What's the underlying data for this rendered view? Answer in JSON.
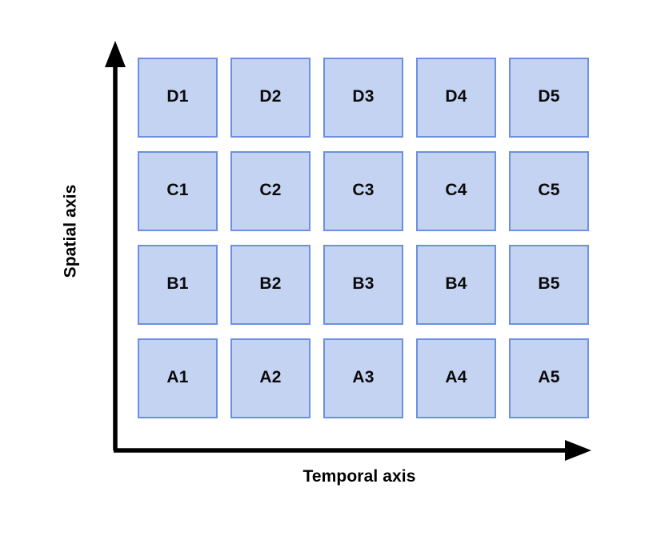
{
  "diagram": {
    "background_color": "#ffffff",
    "axes": {
      "color": "#000000",
      "stroke_width": 5,
      "x_axis": {
        "label": "Temporal axis",
        "direction": "right",
        "arrow": "arrow-right"
      },
      "y_axis": {
        "label": "Spatial axis",
        "direction": "up",
        "arrow": "arrow-up"
      }
    },
    "grid": {
      "rows": 4,
      "columns": 5,
      "cell_fill_color": "#c5d3f2",
      "cell_border_color": "#6c8fe0",
      "label_color": "#0a0a0a",
      "row_labels_top_to_bottom": [
        "D",
        "C",
        "B",
        "A"
      ],
      "column_labels_left_to_right": [
        "1",
        "2",
        "3",
        "4",
        "5"
      ],
      "cells": [
        [
          {
            "label": "D1"
          },
          {
            "label": "D2"
          },
          {
            "label": "D3"
          },
          {
            "label": "D4"
          },
          {
            "label": "D5"
          }
        ],
        [
          {
            "label": "C1"
          },
          {
            "label": "C2"
          },
          {
            "label": "C3"
          },
          {
            "label": "C4"
          },
          {
            "label": "C5"
          }
        ],
        [
          {
            "label": "B1"
          },
          {
            "label": "B2"
          },
          {
            "label": "B3"
          },
          {
            "label": "B4"
          },
          {
            "label": "B5"
          }
        ],
        [
          {
            "label": "A1"
          },
          {
            "label": "A2"
          },
          {
            "label": "A3"
          },
          {
            "label": "A4"
          },
          {
            "label": "A5"
          }
        ]
      ]
    }
  },
  "chart_data": {
    "type": "heatmap",
    "title": "",
    "xlabel": "Temporal axis",
    "ylabel": "Spatial axis",
    "categories_x": [
      "1",
      "2",
      "3",
      "4",
      "5"
    ],
    "categories_y": [
      "A",
      "B",
      "C",
      "D"
    ],
    "grid": false,
    "legend": "none",
    "cells": [
      [
        "A1",
        "A2",
        "A3",
        "A4",
        "A5"
      ],
      [
        "B1",
        "B2",
        "B3",
        "B4",
        "B5"
      ],
      [
        "C1",
        "C2",
        "C3",
        "C4",
        "C5"
      ],
      [
        "D1",
        "D2",
        "D3",
        "D4",
        "D5"
      ]
    ]
  }
}
